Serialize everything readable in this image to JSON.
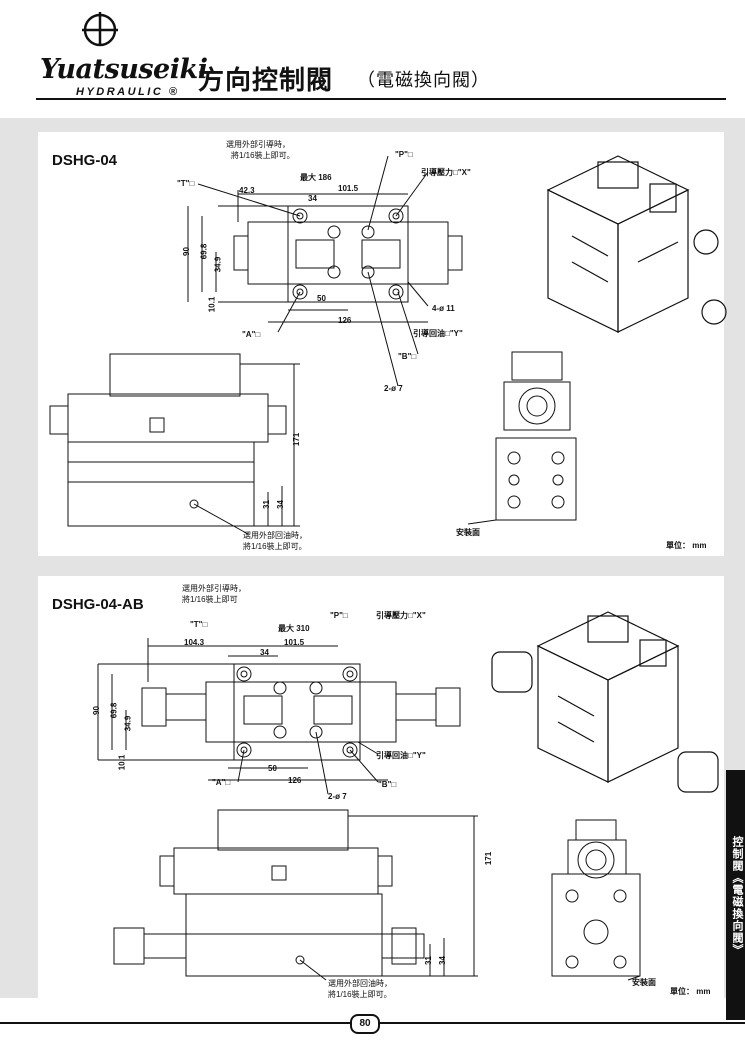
{
  "header": {
    "brand_name": "Yuatsuseiki",
    "brand_sub": "HYDRAULIC ®",
    "title": "方向控制閥",
    "subtitle": "（電磁換向閥）"
  },
  "panel1": {
    "model": "DSHG-04",
    "note_top": "選用外部引導時，",
    "note_top2": "將1/16裝上即可。",
    "p_port": "\"P\"□",
    "t_port": "\"T\"□",
    "max_label": "最大 186",
    "pilot_x": "引導壓力□\"X\"",
    "dim_423": "42.3",
    "dim_34": "34",
    "dim_1015": "101.5",
    "dim_90": "90",
    "dim_698": "69.8",
    "dim_349": "34.9",
    "dim_101": "10.1",
    "dim_50": "50",
    "dim_126": "126",
    "hole_4": "4-ø 11",
    "a_port": "\"A\"□",
    "drain_y": "引導回油□\"Y\"",
    "b_port": "\"B\"□",
    "hole_2": "2-ø 7",
    "dim_171": "171",
    "dim_31": "31",
    "dim_34b": "34",
    "note_bottom": "選用外部回油時，",
    "note_bottom2": "將1/16裝上即可。",
    "mount_face": "安裝面",
    "unit": "單位： mm"
  },
  "panel2": {
    "model": "DSHG-04-AB",
    "note_top": "選用外部引導時，",
    "note_top2": "將1/16裝上即可",
    "t_port": "\"T\"□",
    "max_label": "最大 310",
    "p_port": "\"P\"□",
    "pilot_x": "引導壓力□\"X\"",
    "dim_1043": "104.3",
    "dim_34": "34",
    "dim_1015": "101.5",
    "dim_90": "90",
    "dim_698": "69.8",
    "dim_349": "34.9",
    "dim_101": "10.1",
    "drain_y": "引導回油□\"Y\"",
    "dim_50": "50",
    "a_port": "\"A\"□",
    "dim_126": "126",
    "b_port": "\"B\"□",
    "hole_2": "2-ø 7",
    "dim_171": "171",
    "dim_31": "31",
    "dim_34b": "34",
    "note_bottom": "選用外部回油時，",
    "note_bottom2": "將1/16裝上即可。",
    "mount_face": "安裝面",
    "unit": "單位： mm"
  },
  "side_tab": "控制閥《電磁換向閥》",
  "page_number": "80"
}
